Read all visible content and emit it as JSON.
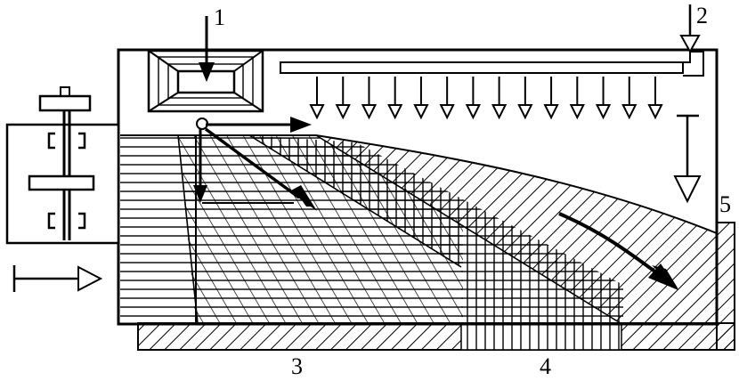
{
  "diagram": {
    "labels": {
      "l1": "1",
      "l2": "2",
      "l3": "3",
      "l4": "4",
      "l5": "5"
    },
    "ink": "#000000",
    "paper": "#ffffff",
    "nozzle_count": 14
  }
}
